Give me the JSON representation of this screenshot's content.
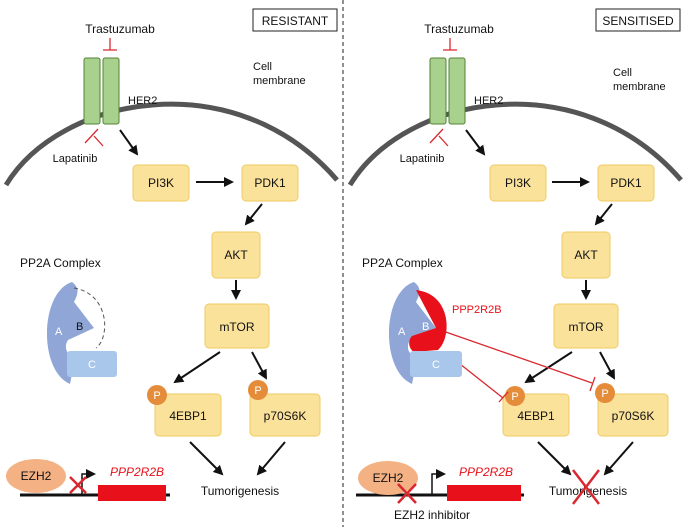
{
  "panels": {
    "resistant": {
      "title": "RESISTANT",
      "trastuzumab": "Trastuzumab",
      "her2": "HER2",
      "lapatinib": "Lapatinib",
      "membrane_line1": "Cell",
      "membrane_line2": "membrane",
      "pi3k": "PI3K",
      "pdk1": "PDK1",
      "akt": "AKT",
      "mtor": "mTOR",
      "ebp1": "4EBP1",
      "p70s6k": "p70S6K",
      "phospho": "P",
      "pp2a_title": "PP2A Complex",
      "sub_a": "A",
      "sub_b": "B",
      "sub_c": "C",
      "tumorigenesis": "Tumorigenesis",
      "ezh2": "EZH2",
      "gene": "PPP2R2B"
    },
    "sensitised": {
      "title": "SENSITISED",
      "trastuzumab": "Trastuzumab",
      "her2": "HER2",
      "lapatinib": "Lapatinib",
      "membrane_line1": "Cell",
      "membrane_line2": "membrane",
      "pi3k": "PI3K",
      "pdk1": "PDK1",
      "akt": "AKT",
      "mtor": "mTOR",
      "ebp1": "4EBP1",
      "p70s6k": "p70S6K",
      "phospho": "P",
      "pp2a_title": "PP2A Complex",
      "sub_a": "A",
      "sub_b": "B",
      "sub_c": "C",
      "b_label": "PPP2R2B",
      "tumorigenesis": "Tumorigenesis",
      "ezh2": "EZH2",
      "gene": "PPP2R2B",
      "inhibitor": "EZH2 inhibitor"
    }
  },
  "colors": {
    "node_fill": "#FBE29A",
    "node_stroke": "#EFCB62",
    "her2_fill": "#A9D18E",
    "her2_stroke": "#548235",
    "pp2a_a": "#8FA6D6",
    "pp2a_c": "#A9C7EA",
    "phospho": "#E58C3A",
    "ezh2": "#F4B183",
    "gene_bar": "#E8101A",
    "inhibition": "#D9282F"
  }
}
